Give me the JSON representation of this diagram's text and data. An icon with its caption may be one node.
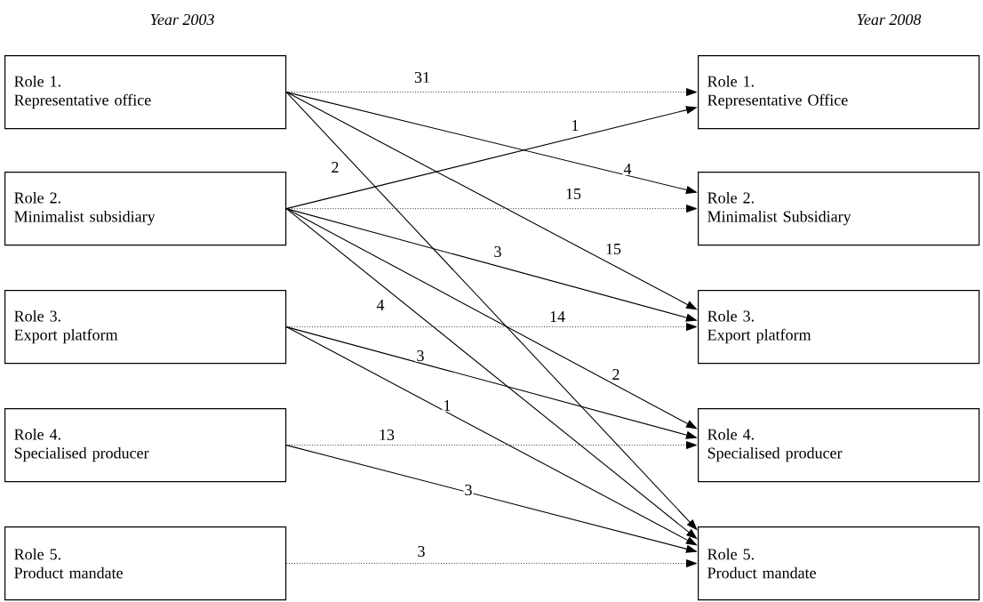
{
  "diagram": {
    "nodes": [
      {
        "text": [
          "Role 1.",
          "Representative office"
        ]
      },
      {
        "text": [
          "Role 2.",
          "Minimalist subsidiary"
        ]
      },
      {
        "text": [
          "Role 3.",
          "Export platform"
        ]
      },
      {
        "text": [
          "Role 4.",
          "Specialised producer"
        ]
      },
      {
        "text": [
          "Role 5.",
          "Product mandate"
        ]
      },
      {
        "text": [
          "Role 1.",
          "Representative Office"
        ]
      },
      {
        "text": [
          "Role 2.",
          "Minimalist Subsidiary"
        ]
      },
      {
        "text": [
          "Role 3.",
          "Export platform"
        ]
      },
      {
        "text": [
          "Role 4.",
          "Specialised producer"
        ]
      },
      {
        "text": [
          "Role 5.",
          "Product mandate"
        ]
      }
    ],
    "edges": [
      {
        "from": 0,
        "to": 5,
        "arrow": "to",
        "label": "31",
        "style": "dashed"
      },
      {
        "from": 0,
        "to": 6,
        "arrow": "to",
        "label": "4"
      },
      {
        "from": 0,
        "to": 7,
        "arrow": "to",
        "label": "15"
      },
      {
        "from": 0,
        "to": 9,
        "arrow": "to",
        "label": "2"
      },
      {
        "from": 1,
        "to": 5,
        "arrow": "to",
        "label": "1"
      },
      {
        "from": 1,
        "to": 6,
        "arrow": "to",
        "label": "15",
        "style": "dashed"
      },
      {
        "from": 1,
        "to": 7,
        "arrow": "to",
        "label": "3"
      },
      {
        "from": 1,
        "to": 8,
        "arrow": "to",
        "label": "2"
      },
      {
        "from": 1,
        "to": 9,
        "arrow": "to",
        "label": "4"
      },
      {
        "from": 2,
        "to": 7,
        "arrow": "to",
        "label": "14",
        "style": "dashed"
      },
      {
        "from": 2,
        "to": 8,
        "arrow": "to",
        "label": "3"
      },
      {
        "from": 2,
        "to": 9,
        "arrow": "to",
        "label": "1"
      },
      {
        "from": 3,
        "to": 8,
        "arrow": "to",
        "label": "13",
        "style": "dashed"
      },
      {
        "from": 3,
        "to": 9,
        "arrow": "to",
        "label": "3"
      },
      {
        "from": 4,
        "to": 9,
        "arrow": "to",
        "label": "3",
        "style": "dashed"
      }
    ],
    "labels": [
      "Year 2003",
      "Year 2008"
    ]
  }
}
